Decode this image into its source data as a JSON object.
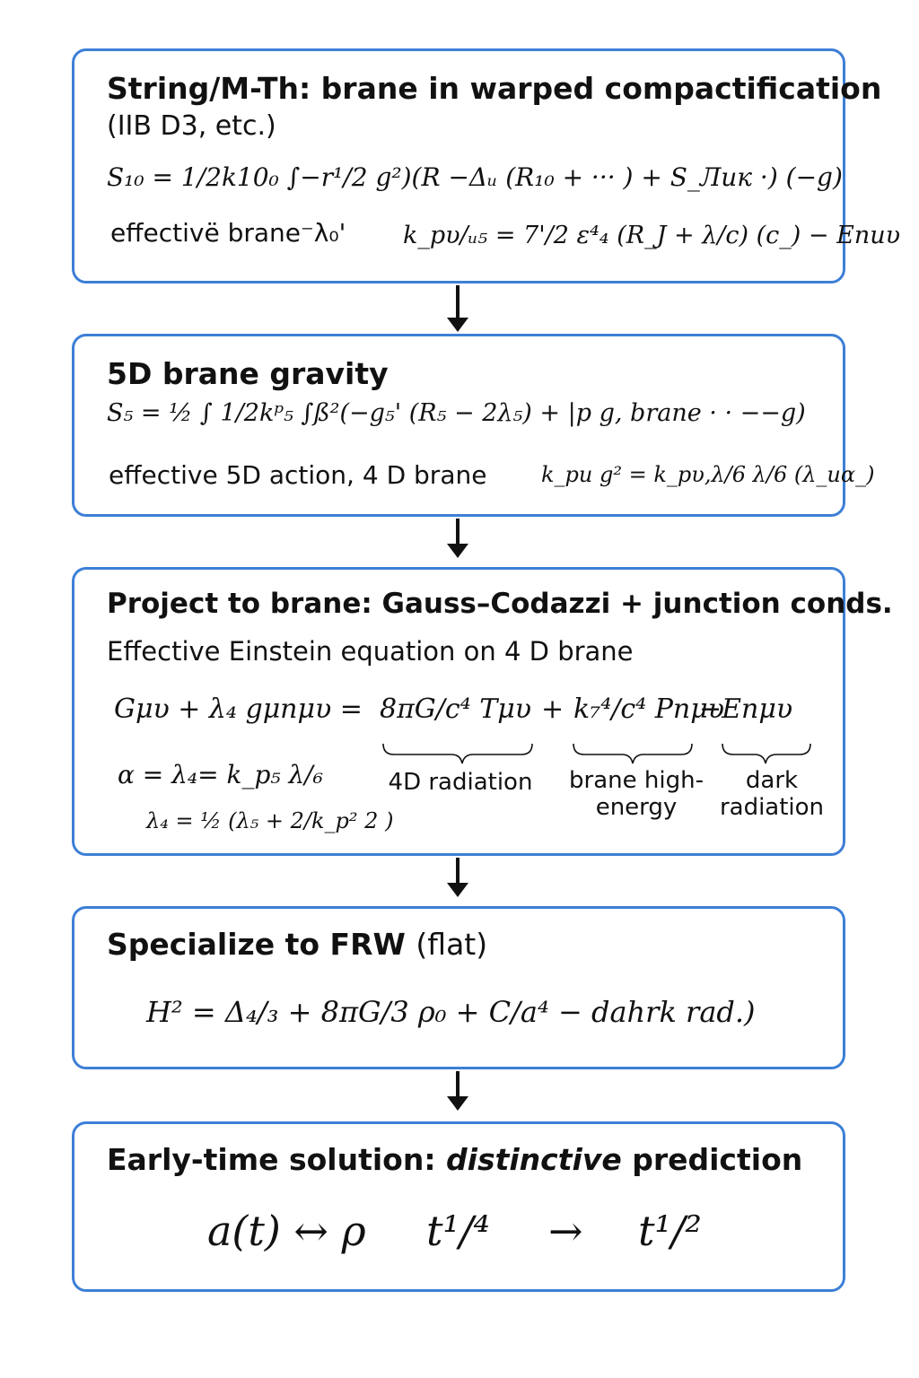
{
  "box1": {
    "title": "String/M-Th: brane in warped compactification",
    "subtitle": "(IIB D3, etc.)",
    "eq1": "S₁₀ = 1/2k10₀ ∫−r¹/2 g²)(R −Δᵤ (R₁₀ + ··· ) + S_Лuк ·) (−g)",
    "eq2_label": "effectivë brane⁻λ₀'",
    "eq2": "k_pυ/ᵤ₅ = 7'/2 ε⁴₄ (R_J + λ/c) (c_) − Eпuυ"
  },
  "box2": {
    "title": "5D brane gravity",
    "eq1": "S₅ = ½ ∫ 1/2kᵖ₅ ∫ß²(−g₅' (R₅ − 2λ₅) + |p g, brane · · −−g)",
    "sub": "effective 5D action, 4 D brane",
    "eq2": "k_pu g² = k_pυ,λ/6  λ/6 (λ_uα_)"
  },
  "box3": {
    "title": "Project to brane: Gauss–Codazzi + junction conds.",
    "subtitle": "Effective Einstein equation on 4 D brane",
    "lhs": "Gμυ + λ₄ gμпμυ  =",
    "term1": "8πG/c⁴ Tμυ",
    "plus": "+",
    "term2": "k₇⁴/c⁴ Pпμυ",
    "term3": "−Eпμυ",
    "eq_a": "α = λ₄= k_p₅ λ/₆",
    "eq_b": "λ₄ = ½ (λ₅ + 2/k_p² 2 )",
    "label1": "4D radiation",
    "label2": "brane high-\nenergy",
    "label3": "dark\nradiation"
  },
  "box4": {
    "title_bold": "Specialize to FRW",
    "title_rest": "(flat)",
    "eq": "H² = Δ₄/₃ + 8πG/3 ρ₀  + C/a⁴ − dahrk rad.)"
  },
  "box5": {
    "title_pre": "Early-time solution: ",
    "title_italic": "distinctive",
    "title_post": " prediction",
    "eq_lhs": "a(t) ↔ ρ",
    "eq_t1": "t¹/⁴",
    "eq_arrow": "→",
    "eq_t2": "t¹/²"
  }
}
